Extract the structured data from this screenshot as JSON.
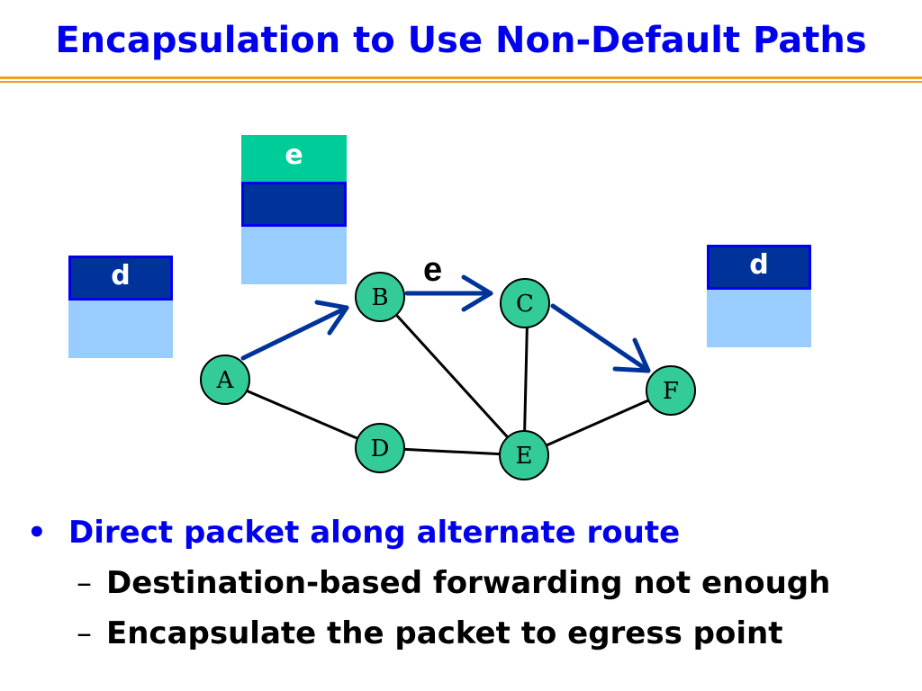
{
  "slide": {
    "title": "Encapsulation to Use Non-Default Paths"
  },
  "colors": {
    "title": "#0000ee",
    "rule": "#f0a020",
    "node_fill": "#33cc99",
    "arrow": "#003399",
    "header_dark": "#003399",
    "header_green": "#00cc99",
    "payload": "#99ccff"
  },
  "packets": {
    "left_header": "d",
    "middle_outer_header": "e",
    "right_header": "d"
  },
  "diagram": {
    "nodes": [
      "A",
      "B",
      "C",
      "D",
      "E",
      "F"
    ],
    "links": [
      [
        "A",
        "B"
      ],
      [
        "A",
        "D"
      ],
      [
        "B",
        "C"
      ],
      [
        "B",
        "E"
      ],
      [
        "C",
        "E"
      ],
      [
        "C",
        "F"
      ],
      [
        "D",
        "E"
      ],
      [
        "E",
        "F"
      ]
    ],
    "path": [
      "A",
      "B",
      "C",
      "F"
    ],
    "path_label": "e"
  },
  "bullets": {
    "main": "Direct packet along alternate route",
    "bullet_glyph": "•",
    "dash_glyph": "–",
    "sub": [
      "Destination-based forwarding not enough",
      "Encapsulate the packet to egress point"
    ]
  }
}
